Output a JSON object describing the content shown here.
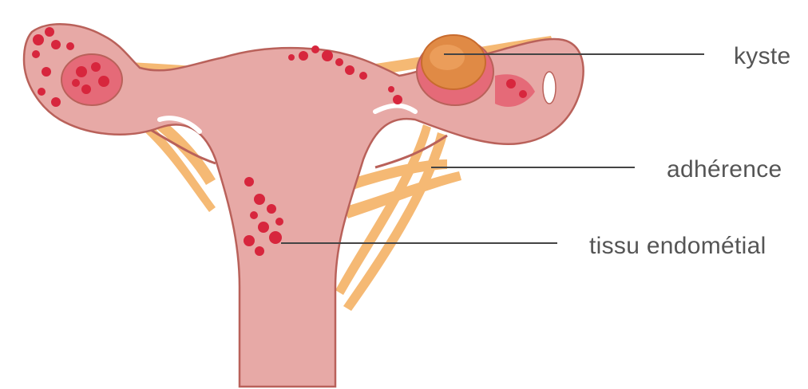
{
  "labels": {
    "cyst": "kyste",
    "adhesion": "adhérence",
    "tissue": "tissu endométial"
  },
  "colors": {
    "uterus": "#e7a9a6",
    "outline": "#b9615a",
    "lesion": "#d7263d",
    "adhesion_band": "#f4b266",
    "cyst_fill": "#e08a45",
    "leader_line": "#444444",
    "label_text": "#555555"
  }
}
